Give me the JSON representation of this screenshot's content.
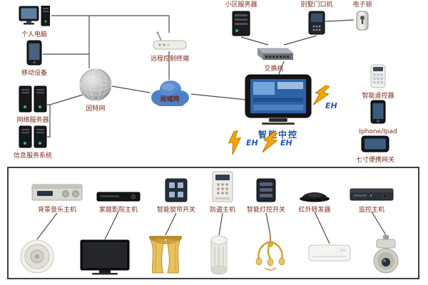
{
  "colors": {
    "label_maroon": "#7B2D1D",
    "accent_blue": "#1D4E9E",
    "eh_blue": "#2257B8",
    "wire": "#4A4A4A",
    "lightning_yellow": "#F6A500",
    "cloud_blue": "#4F81C7",
    "box_border": "#3F3F3F"
  },
  "top": {
    "pc": {
      "label": "个人电脑"
    },
    "mobile_device": {
      "label": "移动设备"
    },
    "network_server": {
      "label": "网络服务器"
    },
    "info_service_system": {
      "label": "信息服务系统"
    },
    "internet": {
      "label": "因特网"
    },
    "remote_control_terminal": {
      "label": "远程控制终端"
    },
    "lan": {
      "label": "局域网"
    },
    "community_server": {
      "label": "小区服务器"
    },
    "villa_door_station": {
      "label": "别墅门口机"
    },
    "electronic_lock": {
      "label": "电子锁"
    },
    "network_switch": {
      "label": "交换机"
    },
    "central_control": {
      "label": "智能中控"
    },
    "smart_remote": {
      "label": "智能遥控器"
    },
    "iphone_ipad": {
      "label": "Iphone/Ipad"
    },
    "portable_gateway": {
      "label": "七寸便携网关"
    },
    "eh": [
      "EH",
      "EH",
      "EH"
    ]
  },
  "bottom": {
    "hosts": [
      {
        "label": "背景音乐主机",
        "icon": "audio-receiver"
      },
      {
        "label": "家庭影院主机",
        "icon": "media-player"
      },
      {
        "label": "智能窗帘开关",
        "icon": "curtain-switch-panel"
      },
      {
        "label": "防盗主机",
        "icon": "alarm-panel"
      },
      {
        "label": "智能灯控开关",
        "icon": "light-switch-panel"
      },
      {
        "label": "红外转发器",
        "icon": "ir-repeater"
      },
      {
        "label": "监控主机",
        "icon": "dvr"
      }
    ],
    "devices": [
      {
        "icon": "ceiling-speaker"
      },
      {
        "icon": "tv"
      },
      {
        "icon": "curtain"
      },
      {
        "icon": "siren-sensor"
      },
      {
        "icon": "chandelier"
      },
      {
        "icon": "air-conditioner"
      },
      {
        "icon": "ptz-camera"
      }
    ]
  }
}
